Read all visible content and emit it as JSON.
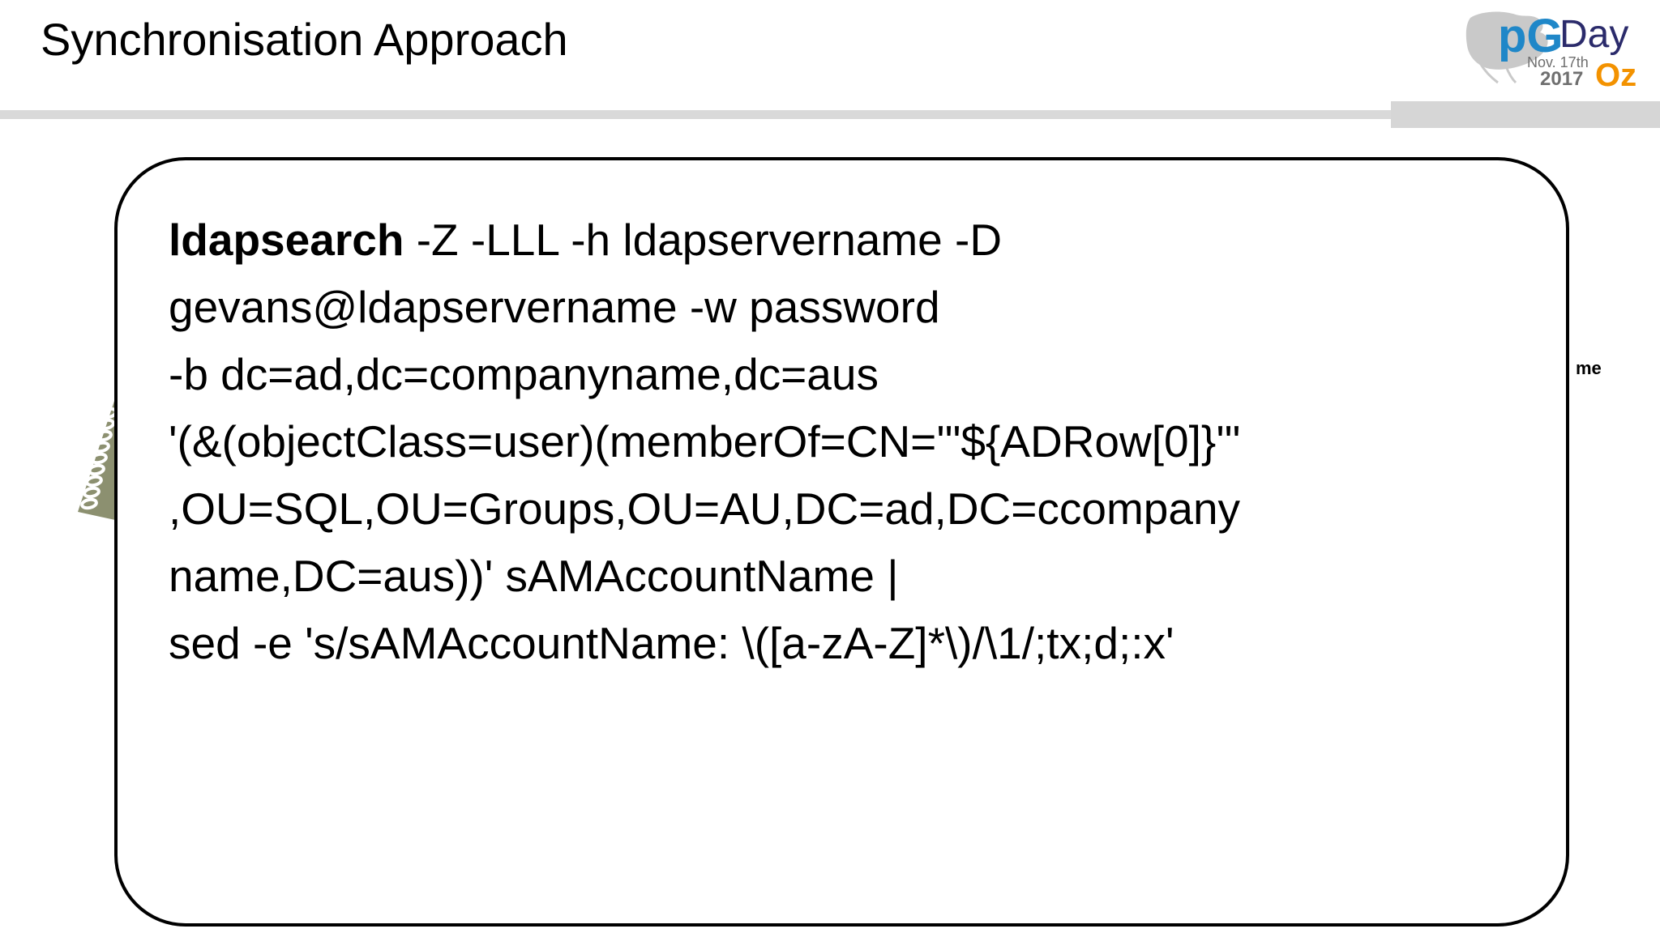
{
  "slide": {
    "title": "Synchronisation Approach",
    "background": "#ffffff"
  },
  "logo": {
    "name": "pgday-oz-logo",
    "pg_text": "pG",
    "day_text": "Day",
    "date_line1": "Nov. 17th",
    "date_line2": "2017",
    "oz_text": "Oz",
    "colors": {
      "pg_blue": "#1f87c8",
      "day_navy": "#2b2b6b",
      "oz_orange": "#f39200",
      "map_grey": "#c9c9c9",
      "date_grey": "#6f6f6f"
    }
  },
  "header": {
    "rule_color": "#d9d9d9",
    "block_color": "#d6d6d6"
  },
  "callout": {
    "name": "code-callout-box",
    "border_color": "#000000",
    "fill_color": "#ffffff",
    "code_lines": [
      {
        "bold": "ldapsearch",
        "rest": " -Z -LLL -h ldapservername -D"
      },
      {
        "bold": "",
        "rest": "gevans@ldapservername -w password"
      },
      {
        "bold": "",
        "rest": "-b dc=ad,dc=companyname,dc=aus"
      },
      {
        "bold": "",
        "rest": "'(&(objectClass=user)(memberOf=CN='\"${ADRow[0]}'\""
      },
      {
        "bold": "",
        "rest": ",OU=SQL,OU=Groups,OU=AU,DC=ad,DC=ccompany"
      },
      {
        "bold": "",
        "rest": "name,DC=aus))' sAMAccountName |"
      },
      {
        "bold": "",
        "rest": "sed -e 's/sAMAccountName: \\([a-zA-Z]*\\)/\\1/;tx;d;:x'"
      }
    ]
  },
  "background_diagram": {
    "name": "database-cylinder-diagram",
    "cylinder_label_fragment": "me",
    "cylinder_stroke": "#000000",
    "box_fill": "#e8eaf0",
    "box_stroke": "#000000",
    "connector_color": "#5569a8",
    "notebook_color": "#8c9070",
    "notebook_spiral_color": "#ffffff"
  }
}
